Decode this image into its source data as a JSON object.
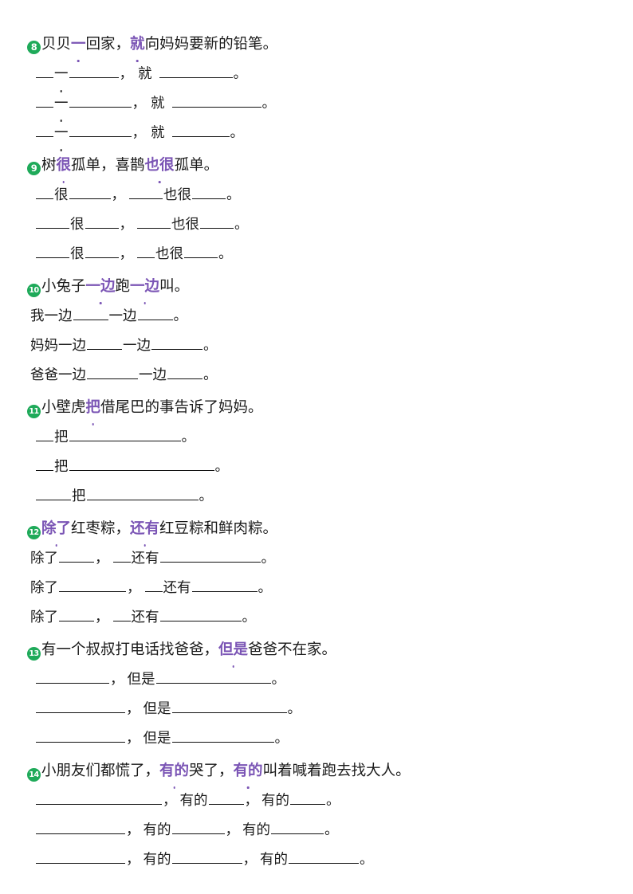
{
  "document": {
    "type": "chinese-sentence-pattern-worksheet",
    "accent_green": "#1faa5a",
    "accent_purple": "#7b55b5",
    "text_color": "#1a1a1a"
  },
  "exercises": [
    {
      "number": "8",
      "stem": {
        "plain_1": "贝贝",
        "em_1": "一",
        "plain_2": "回家，",
        "em_2": "就",
        "plain_3": "向妈妈要新的铅笔。"
      },
      "lines": [
        {
          "key_1": "一",
          "key_2": "就",
          "end": "。"
        },
        {
          "key_1": "一",
          "key_2": "就",
          "end": "。"
        },
        {
          "key_1": "一",
          "key_2": "就",
          "end": "。"
        }
      ]
    },
    {
      "number": "9",
      "stem": {
        "plain_1": "树",
        "em_1": "很",
        "plain_2": "孤单，喜鹊",
        "em_2": "也很",
        "plain_3": "孤单。"
      },
      "lines": [
        {
          "key_1": "很",
          "key_2": "也很",
          "end": "。"
        },
        {
          "key_1": "很",
          "key_2": "也很",
          "end": "。"
        },
        {
          "key_1": "很",
          "key_2": "也很",
          "end": "。"
        }
      ]
    },
    {
      "number": "10",
      "stem": {
        "plain_1": "小兔子",
        "em_1": "一边",
        "plain_2": "跑",
        "em_2": "一边",
        "plain_3": "叫。"
      },
      "lines": [
        {
          "lead": "我一边",
          "key_2": "一边",
          "end": "。"
        },
        {
          "lead": "妈妈一边",
          "key_2": "一边",
          "end": "。"
        },
        {
          "lead": "爸爸一边",
          "key_2": "一边",
          "end": "。"
        }
      ]
    },
    {
      "number": "11",
      "stem": {
        "plain_1": "小壁虎",
        "em_1": "把",
        "plain_2": "借尾巴的事告诉了妈妈。",
        "em_2": "",
        "plain_3": ""
      },
      "lines": [
        {
          "key_1": "把",
          "end": "。"
        },
        {
          "key_1": "把",
          "end": "。"
        },
        {
          "key_1": "把",
          "end": "。"
        }
      ]
    },
    {
      "number": "12",
      "stem": {
        "plain_1": "",
        "em_1": "除了",
        "plain_2": "红枣粽，",
        "em_2": "还有",
        "plain_3": "红豆粽和鲜肉粽。"
      },
      "lines": [
        {
          "lead": "除了",
          "key_2": "还有",
          "end": "。"
        },
        {
          "lead": "除了",
          "key_2": "还有",
          "end": "。"
        },
        {
          "lead": "除了",
          "key_2": "还有",
          "end": "。"
        }
      ]
    },
    {
      "number": "13",
      "stem": {
        "plain_1": "有一个叔叔打电话找爸爸，",
        "em_1": "但是",
        "plain_2": "爸爸不在家。",
        "em_2": "",
        "plain_3": ""
      },
      "lines": [
        {
          "key_2": "但是",
          "end": "。"
        },
        {
          "key_2": "但是",
          "end": "。"
        },
        {
          "key_2": "但是",
          "end": "。"
        }
      ]
    },
    {
      "number": "14",
      "stem": {
        "plain_1": "小朋友们都慌了，",
        "em_1": "有的",
        "plain_2": "哭了，",
        "em_2": "有的",
        "plain_3": "叫着喊着跑去找大人。"
      },
      "lines": [
        {
          "key_2": "有的",
          "key_3": "有的",
          "end": "。"
        },
        {
          "key_2": "有的",
          "key_3": "有的",
          "end": "。"
        },
        {
          "key_2": "有的",
          "key_3": "有的",
          "end": "。"
        }
      ]
    }
  ],
  "punctuation": {
    "comma": "，",
    "period": "。"
  }
}
